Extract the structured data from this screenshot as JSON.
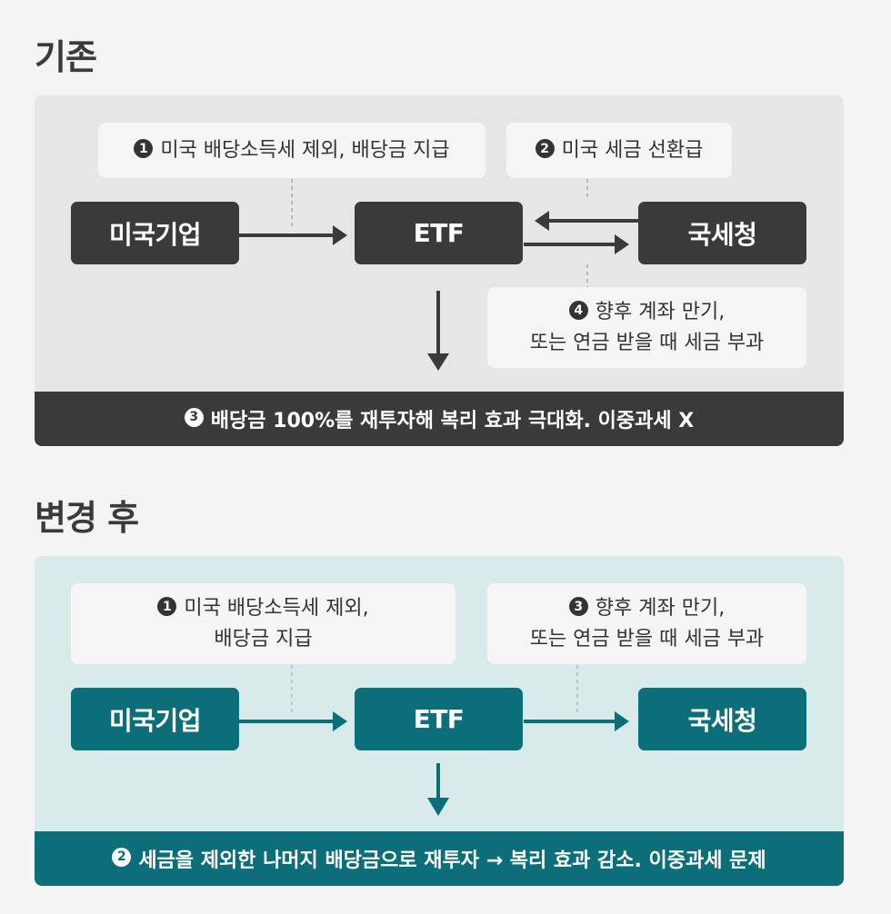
{
  "before": {
    "title": "기존",
    "notes": {
      "n1": {
        "num": "1",
        "text": "미국 배당소득세 제외, 배당금 지급"
      },
      "n2": {
        "num": "2",
        "text": "미국 세금 선환급"
      },
      "n4": {
        "num": "4",
        "text": "향후 계좌 만기,\n또는 연금 받을 때 세금 부과"
      }
    },
    "nodes": {
      "company": "미국기업",
      "etf": "ETF",
      "irs": "국세청"
    },
    "bar": {
      "num": "3",
      "text": "배당금 100%를 재투자해 복리 효과 극대화. 이중과세 X"
    },
    "colors": {
      "panel": "#e6e6e6",
      "node": "#3a3a3a"
    }
  },
  "after": {
    "title": "변경 후",
    "notes": {
      "n1": {
        "num": "1",
        "text": "미국 배당소득세 제외,\n배당금 지급"
      },
      "n3": {
        "num": "3",
        "text": "향후 계좌 만기,\n또는 연금 받을 때 세금 부과"
      }
    },
    "nodes": {
      "company": "미국기업",
      "etf": "ETF",
      "irs": "국세청"
    },
    "bar": {
      "num": "2",
      "text": "세금을 제외한 나머지 배당금으로 재투자 → 복리 효과 감소. 이중과세 문제"
    },
    "colors": {
      "panel": "#d8ebea",
      "node": "#0b6e78"
    }
  }
}
